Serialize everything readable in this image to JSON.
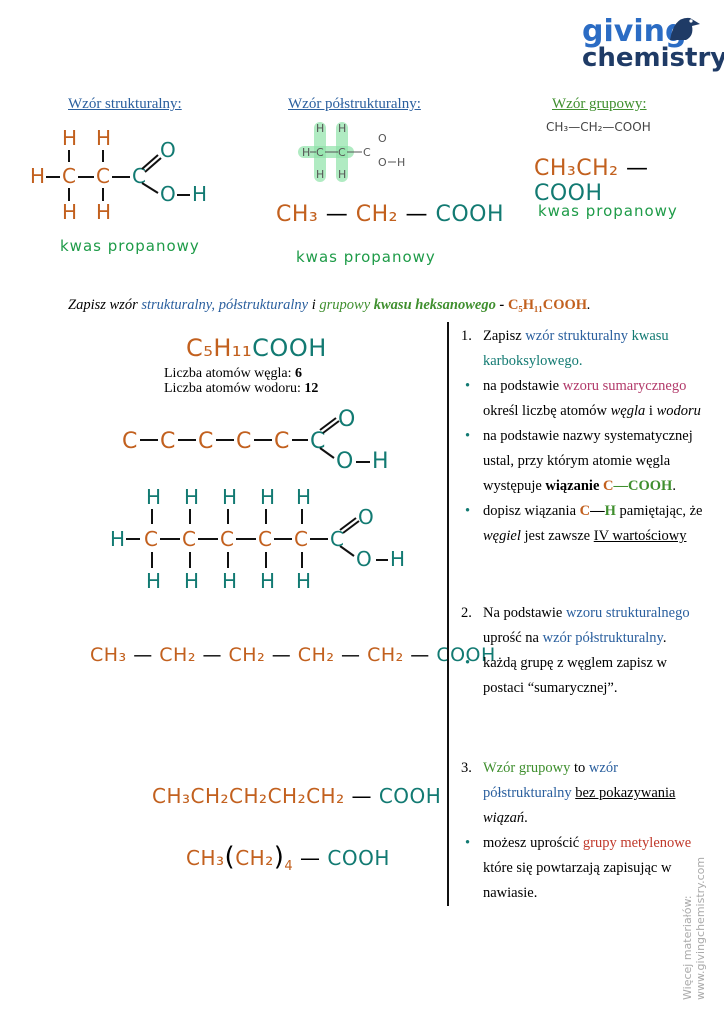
{
  "logo": {
    "line1": "giving",
    "line2": "chemistry"
  },
  "headers": {
    "structural": "Wzór strukturalny:",
    "semi": "Wzór półstrukturalny:",
    "group": "Wzór grupowy:"
  },
  "propanoic": {
    "name": "kwas propanowy",
    "semi_formula": [
      "CH₃",
      "CH₂",
      "COOH"
    ],
    "group_small": "CH₃—CH₂—COOH",
    "group_formula": [
      "CH₃CH₂",
      "COOH"
    ]
  },
  "task": {
    "prefix": "Zapisz wzór",
    "w1": "strukturalny,",
    "w2": "półstrukturalny",
    "i": "i",
    "w3": "grupowy",
    "w4": "kwasu heksanowego",
    "dash": "-",
    "formula": "C₅H₁₁COOH",
    "dot": "."
  },
  "hexanoic": {
    "formula_left": "C₅H₁₁",
    "formula_right": "COOH",
    "carbon_label": "Liczba atomów węgla:",
    "carbon_count": "6",
    "hydrogen_label": "Liczba atomów wodoru:",
    "hydrogen_count": "12",
    "semi": [
      "CH₃",
      "CH₂",
      "CH₂",
      "CH₂",
      "CH₂",
      "COOH"
    ],
    "group1": [
      "CH₃CH₂CH₂CH₂CH₂",
      "COOH"
    ],
    "group2": {
      "a": "CH₃",
      "b": "CH₂",
      "sub": "4",
      "c": "COOH"
    }
  },
  "steps": {
    "s1_num": "1.",
    "s1_a": "Zapisz",
    "s1_b": "wzór strukturalny",
    "s1_c": "kwasu karboksylowego.",
    "b1_a": "na podstawie",
    "b1_b": "wzoru sumarycznego",
    "b1_c": "określ liczbę atomów",
    "b1_d": "węgla",
    "b1_e": "i",
    "b1_f": "wodoru",
    "b2_a": "na podstawie nazwy systematycznej ustal, przy którym atomie węgla występuje",
    "b2_b": "wiązanie",
    "b2_c": "C",
    "b2_d": "—COOH",
    "b2_e": ".",
    "b3_a": "dopisz wiązania",
    "b3_b": "C",
    "b3_c": "—",
    "b3_d": "H",
    "b3_e": "pamiętając, że",
    "b3_f": "węgiel",
    "b3_g": "jest zawsze",
    "b3_h": "IV wartościowy",
    "s2_num": "2.",
    "s2_a": "Na podstawie",
    "s2_b": "wzoru strukturalnego",
    "s2_c": "uprość na",
    "s2_d": "wzór półstrukturalny",
    "s2_e": ".",
    "b4": "każdą grupę z węglem zapisz w postaci “sumarycznej”.",
    "s3_num": "3.",
    "s3_a": "Wzór grupowy",
    "s3_b": "to",
    "s3_c": "wzór półstrukturalny",
    "s3_d": "bez pokazywania",
    "s3_e": "wiązań",
    "s3_f": ".",
    "b5_a": "możesz uprościć",
    "b5_b": "grupy metylenowe",
    "b5_c": "które się powtarzają zapisując w nawiasie."
  },
  "sidebar_note": "Więcej materiałów: www.givingchemistry.com",
  "colors": {
    "orange": "#c2601e",
    "teal": "#127a72",
    "blue": "#2a5f9e",
    "green": "#3f8f2e",
    "red": "#c0392b"
  }
}
